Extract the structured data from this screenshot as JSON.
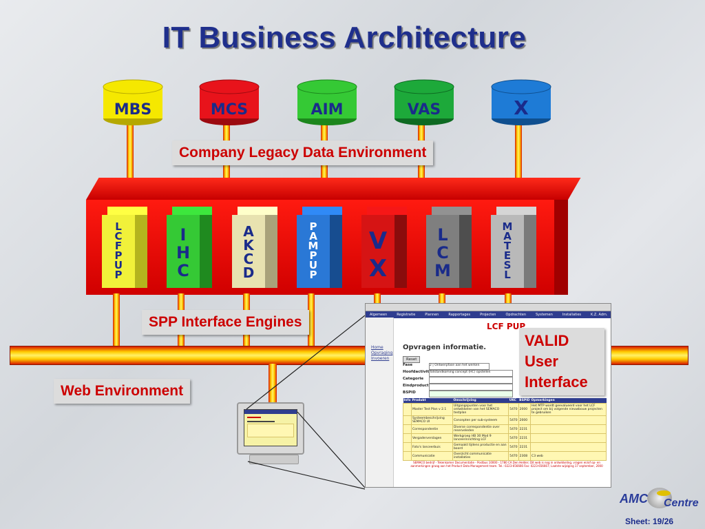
{
  "title": "IT Business Architecture",
  "databases": [
    {
      "label": "MBS",
      "color": "#f5e800",
      "dark": "#b5a800"
    },
    {
      "label": "MCS",
      "color": "#e8131b",
      "dark": "#9c0a10"
    },
    {
      "label": "AIM",
      "color": "#35c935",
      "dark": "#1c861c"
    },
    {
      "label": "VAS",
      "color": "#1da93a",
      "dark": "#0e6a22"
    },
    {
      "label": "X",
      "color": "#1e7bd6",
      "dark": "#0f4f8f"
    }
  ],
  "legacy_label": "Company Legacy Data Environment",
  "engines": [
    {
      "lines": [
        "L",
        "C",
        "F",
        "P",
        "U",
        "P"
      ],
      "color": "#f1f13a",
      "side": "#b4b41e"
    },
    {
      "lines": [
        "I",
        "H",
        "C"
      ],
      "color": "#35c935",
      "side": "#1f8a1f"
    },
    {
      "lines": [
        "A",
        "K",
        "C",
        "D"
      ],
      "color": "#e8e2b0",
      "side": "#a9a27a"
    },
    {
      "lines": [
        "P",
        "A",
        "M",
        "P",
        "U",
        "P"
      ],
      "color": "#2a78d6",
      "side": "#174d90"
    },
    {
      "lines": [
        "V",
        "X"
      ],
      "color": "#d61414",
      "side": "#8a0c0c"
    },
    {
      "lines": [
        "L",
        "C",
        "M"
      ],
      "color": "#7f7f7f",
      "side": "#4e4e4e"
    },
    {
      "lines": [
        "M",
        "A",
        "T",
        "E",
        "S",
        "L"
      ],
      "color": "#b9b9b9",
      "side": "#7a7a7a"
    }
  ],
  "spp_label": "SPP Interface Engines",
  "web_label": "Web Environment",
  "screen": {
    "app_title": "LCF PUP",
    "heading": "Opvragen informatie.",
    "nav": [
      "Algemeen",
      "Registratie",
      "Plannen",
      "Rapportages",
      "Projecten",
      "Opdrachten",
      "Systemen",
      "Installaties",
      "K.Z. Adm. Mieu"
    ],
    "side_links": [
      "Home",
      "Opvraging",
      "Invoeren"
    ],
    "reset_label": "Reset",
    "fields": [
      {
        "label": "Fase",
        "value": "2 | Ontwerpfase aan het werken"
      },
      {
        "label": "Hoofdactiviteit",
        "value": "Totstandkoming concept (HC) opstellen"
      },
      {
        "label": "Categorie",
        "value": ""
      },
      {
        "label": "Eindproduct",
        "value": ""
      },
      {
        "label": "BSPID",
        "value": ""
      }
    ],
    "table_headers": [
      "Info",
      "Produkt",
      "Omschrijving",
      "UKC",
      "BSPID",
      "Opmerkingen"
    ],
    "table_rows": [
      [
        "",
        "Master Test Plan v 2.1",
        "Uitgangspunten voor het ontwikkelen van het SEMACO testplan",
        "5470",
        "2000",
        "Het MTP wordt geevalueerd voor het LCF project om bij volgende nieuwbouw projecten te gebruiken"
      ],
      [
        "",
        "Systeembeschrijving SEMACO UI",
        "Concepten per sub-systeem",
        "5470",
        "2000",
        ""
      ],
      [
        "",
        "Correspondentie",
        "Diverse correspondentie over reserveleden",
        "5470",
        "2231",
        ""
      ],
      [
        "",
        "Vergaderverslagen",
        "Werkgroep HB 30 Mod 9 lanceerinrichting LCF",
        "5470",
        "2231",
        ""
      ],
      [
        "",
        "Foto's lanceerbuis",
        "Gemaakt tijdens productie en aan boord",
        "5470",
        "2231",
        ""
      ],
      [
        "",
        "Communicatie",
        "Overzicht communicatie installaties",
        "5470",
        "2308",
        "C3 web"
      ]
    ],
    "footer": "SEMACO bedrijf - Tekenkamer Documentatie - Postbus 10000 - 1780 CA Den Helder; Dit web is nog in ontwikkeling, vragen en/of op- en aanmerkingen graag aan het Product Data Management team. Tel.: 0223-656666 Fax: 0223-656667; Laatste wijziging 17 september, 2000"
  },
  "callout_lines": [
    "VALID",
    "User",
    "Interface"
  ],
  "logo": {
    "text_left": "AMC",
    "text_right": "Centre"
  },
  "sheet": "Sheet: 19/26"
}
